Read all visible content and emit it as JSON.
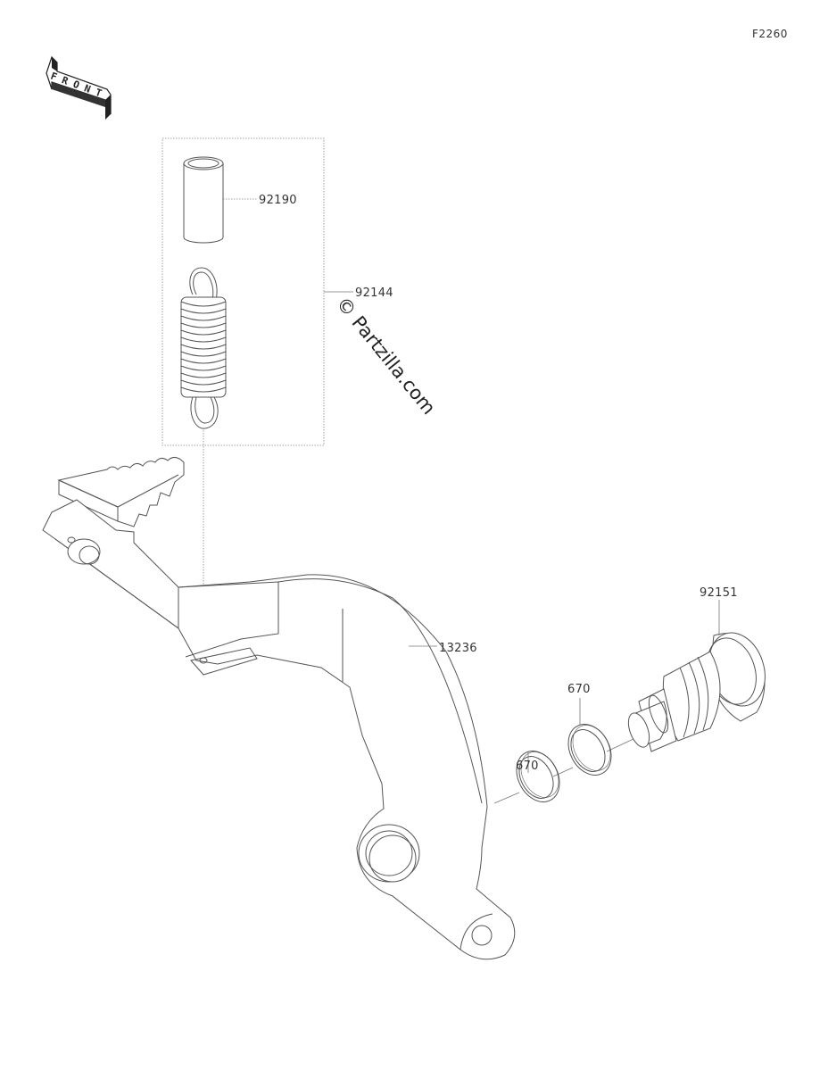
{
  "figure_code": "F2260",
  "front_marker": "FRONT",
  "watermark": "© Partzilla.com",
  "parts": {
    "tube": "92190",
    "spring_assembly": "92144",
    "pedal": "13236",
    "pivot_bolt": "92151",
    "seal_left": "670",
    "seal_right": "670"
  }
}
